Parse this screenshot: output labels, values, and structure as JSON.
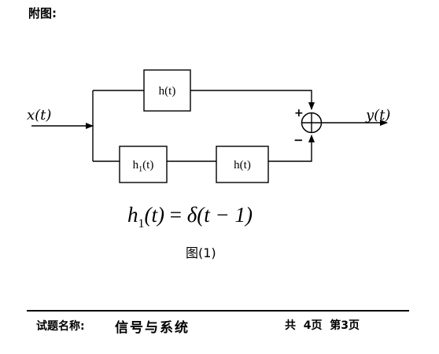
{
  "header": {
    "title": "附图:"
  },
  "diagram": {
    "input_label": "x(t)",
    "output_label": "y(t)",
    "block_top": "h(t)",
    "block_bottom_left_main": "h",
    "block_bottom_left_sub": "1",
    "block_bottom_left_arg": "(t)",
    "block_bottom_right": "h(t)",
    "sum_sign_top": "+",
    "sum_sign_bottom": "−"
  },
  "formula": {
    "lhs_main": "h",
    "lhs_sub": "1",
    "lhs_arg": "(t)",
    "eq": " = ",
    "rhs_delta": "δ",
    "rhs_arg": "(t − 1)"
  },
  "caption": "图(1)",
  "footer": {
    "exam_label": "试题名称:",
    "exam_name": "信号与系统",
    "pages": "共  4页  第3页"
  }
}
